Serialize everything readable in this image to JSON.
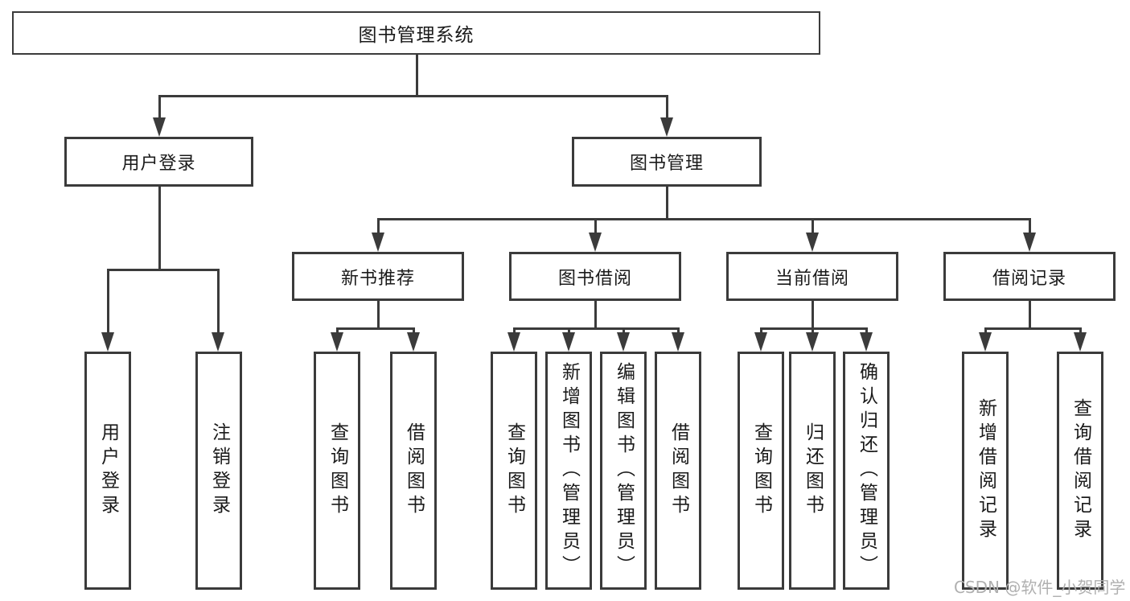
{
  "tree": {
    "root": {
      "label": "图书管理系统"
    },
    "branches": [
      {
        "label": "用户登录",
        "leaves": [
          "用户登录",
          "注销登录"
        ]
      },
      {
        "label": "图书管理",
        "groups": [
          {
            "label": "新书推荐",
            "leaves": [
              "查询图书",
              "借阅图书"
            ]
          },
          {
            "label": "图书借阅",
            "leaves": [
              "查询图书",
              "新增图书（管理员）",
              "编辑图书（管理员）",
              "借阅图书"
            ]
          },
          {
            "label": "当前借阅",
            "leaves": [
              "查询图书",
              "归还图书",
              "确认归还（管理员）"
            ]
          },
          {
            "label": "借阅记录",
            "leaves": [
              "新增借阅记录",
              "查询借阅记录"
            ]
          }
        ]
      }
    ]
  },
  "watermark": {
    "text": "CSDN @软件_小贺同学"
  },
  "colors": {
    "line": "#3b3b3b",
    "text": "#1a1a1a",
    "watermark": "#b0b0b0",
    "background": "#ffffff"
  }
}
